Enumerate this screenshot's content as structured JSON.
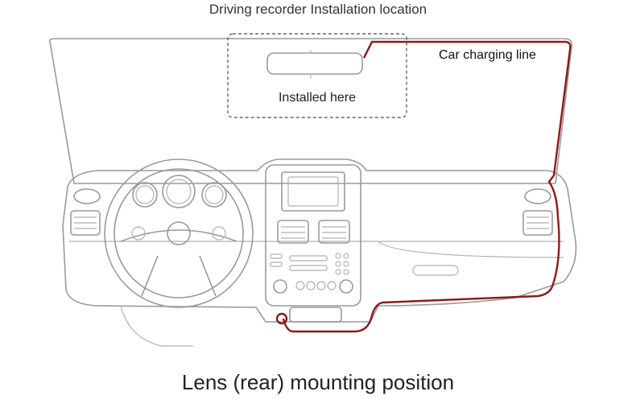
{
  "title": "Driving recorder Installation location",
  "installed_label": "Installed here",
  "charging_label": "Car charging line",
  "caption": "Lens (rear) mounting position",
  "colors": {
    "line": "#9a9a9a",
    "cable": "#8b1a1a",
    "text": "#222222"
  }
}
